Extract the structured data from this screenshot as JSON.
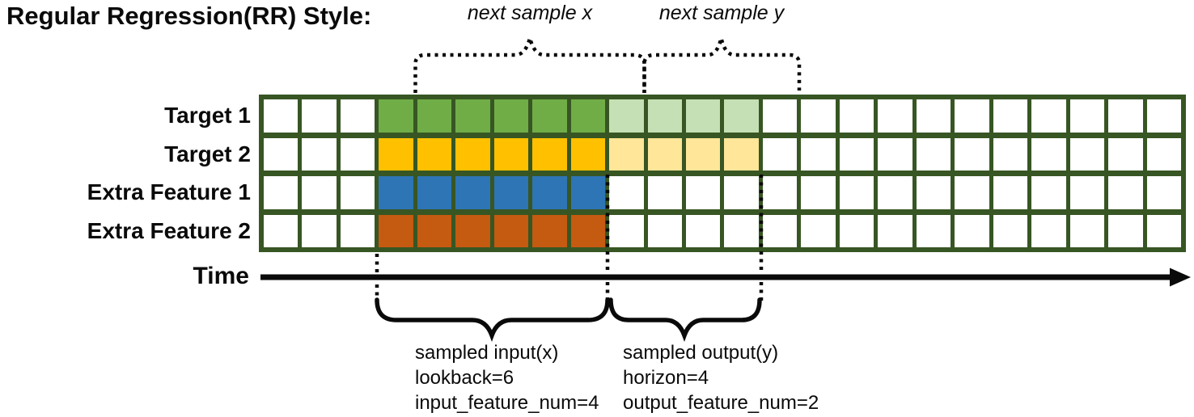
{
  "title": "Regular Regression(RR) Style:",
  "colors": {
    "grid_border": "#375623",
    "cell_empty": "#ffffff",
    "target1_input": "#70AD47",
    "target1_output": "#C5E0B4",
    "target2_input": "#FFC000",
    "target2_output": "#FFE699",
    "extra1_input": "#2E75B6",
    "extra2_input": "#C55A11",
    "line_black": "#0a0a0a"
  },
  "grid": {
    "num_cols": 24,
    "input_start_col": 3,
    "lookback": 6,
    "horizon": 4,
    "rows": [
      {
        "label": "Target 1",
        "input_color": "#70AD47",
        "output_color": "#C5E0B4"
      },
      {
        "label": "Target 2",
        "input_color": "#FFC000",
        "output_color": "#FFE699"
      },
      {
        "label": "Extra Feature 1",
        "input_color": "#2E75B6",
        "output_color": null
      },
      {
        "label": "Extra Feature 2",
        "input_color": "#C55A11",
        "output_color": null
      }
    ]
  },
  "annotations": {
    "next_sample_x": "next sample x",
    "next_sample_y": "next sample y",
    "time_label": "Time",
    "input_note_lines": [
      "sampled input(x)",
      "lookback=6",
      "input_feature_num=4"
    ],
    "output_note_lines": [
      "sampled output(y)",
      "horizon=4",
      "output_feature_num=2"
    ]
  }
}
